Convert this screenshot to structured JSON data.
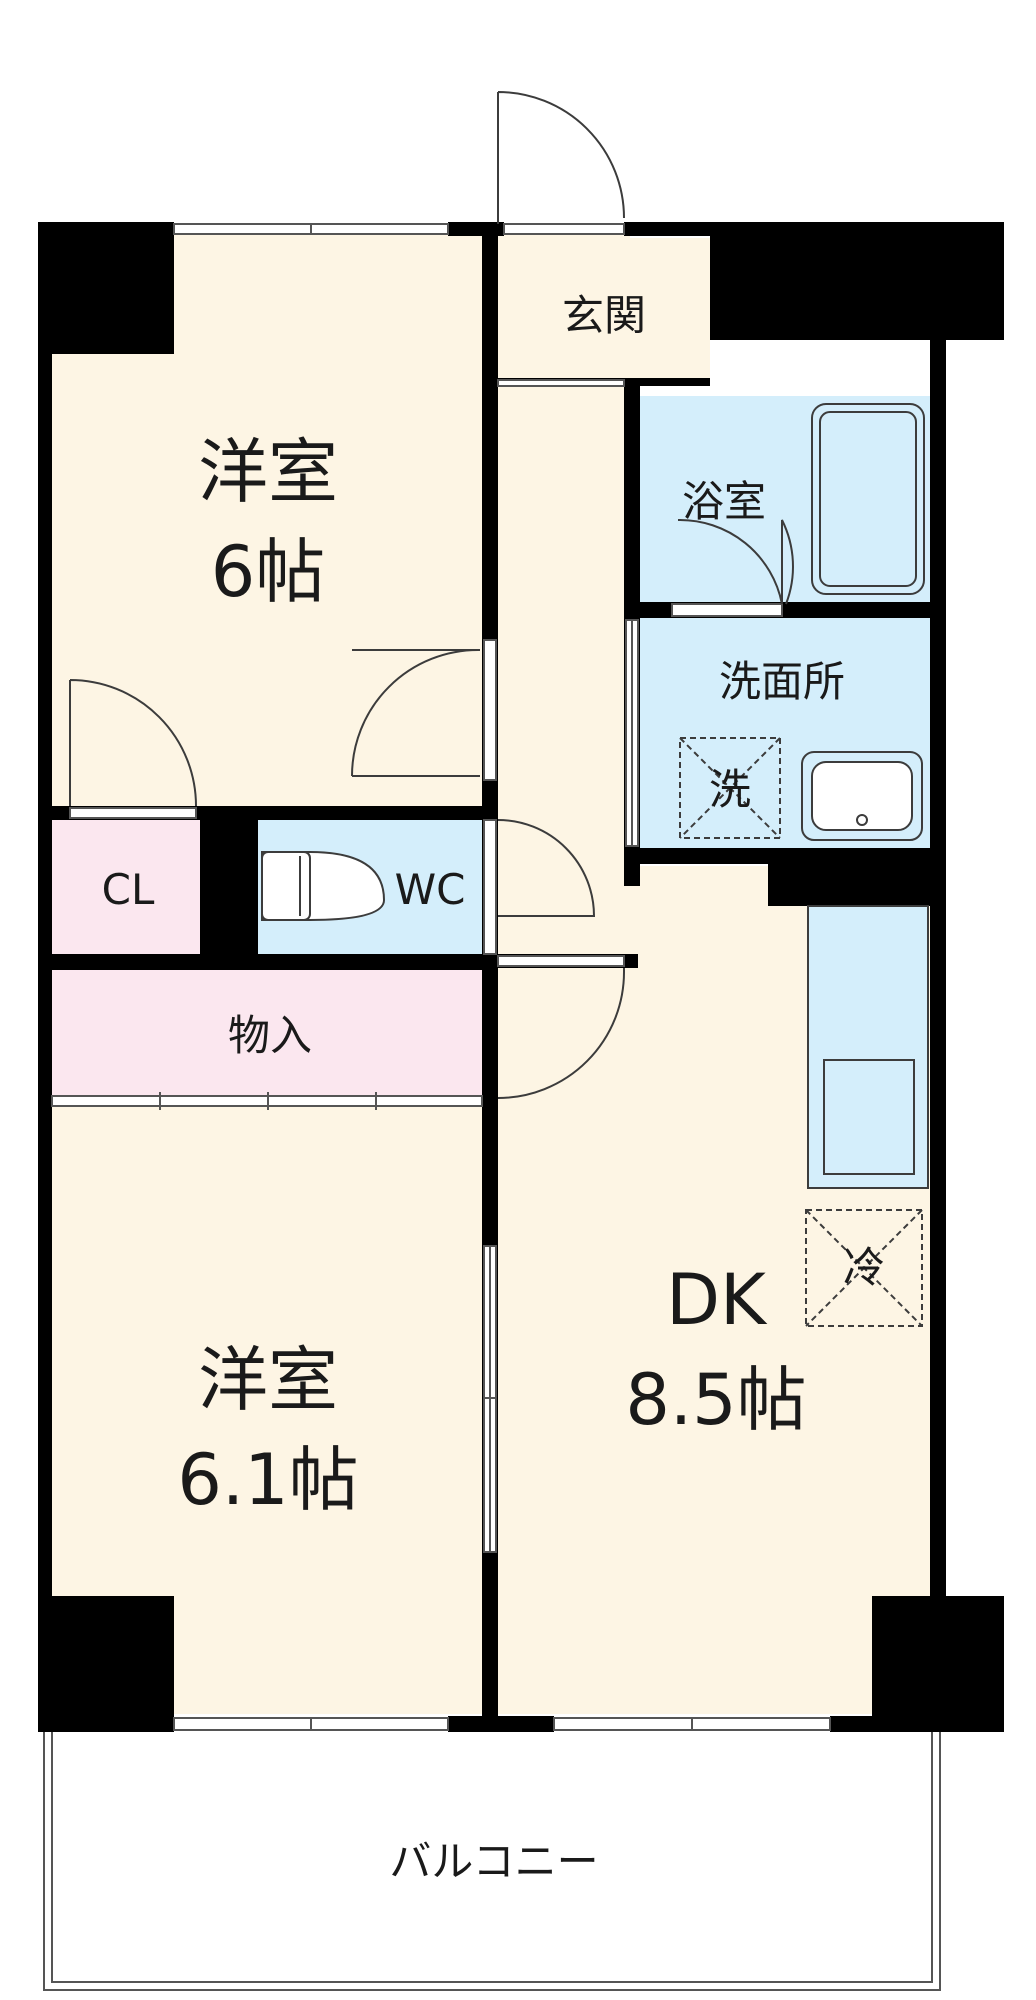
{
  "rooms": {
    "western_room_top": {
      "name": "洋室",
      "size": "6帖"
    },
    "western_room_bottom": {
      "name": "洋室",
      "size": "6.1帖"
    },
    "dining_kitchen": {
      "name": "DK",
      "size": "8.5帖"
    },
    "entrance": {
      "name": "玄関"
    },
    "bathroom": {
      "name": "浴室"
    },
    "washroom": {
      "name": "洗面所"
    },
    "washer_space": {
      "name": "洗"
    },
    "fridge_space": {
      "name": "冷"
    },
    "closet": {
      "name": "CL"
    },
    "toilet": {
      "name": "WC"
    },
    "storage": {
      "name": "物入"
    },
    "balcony": {
      "name": "バルコニー"
    }
  },
  "colors": {
    "wall": "#000000",
    "room_floor": "#fdf5e4",
    "wet_area": "#d4eefb",
    "storage_area": "#fbe7ef",
    "fixture_line": "#3c3c3c"
  }
}
